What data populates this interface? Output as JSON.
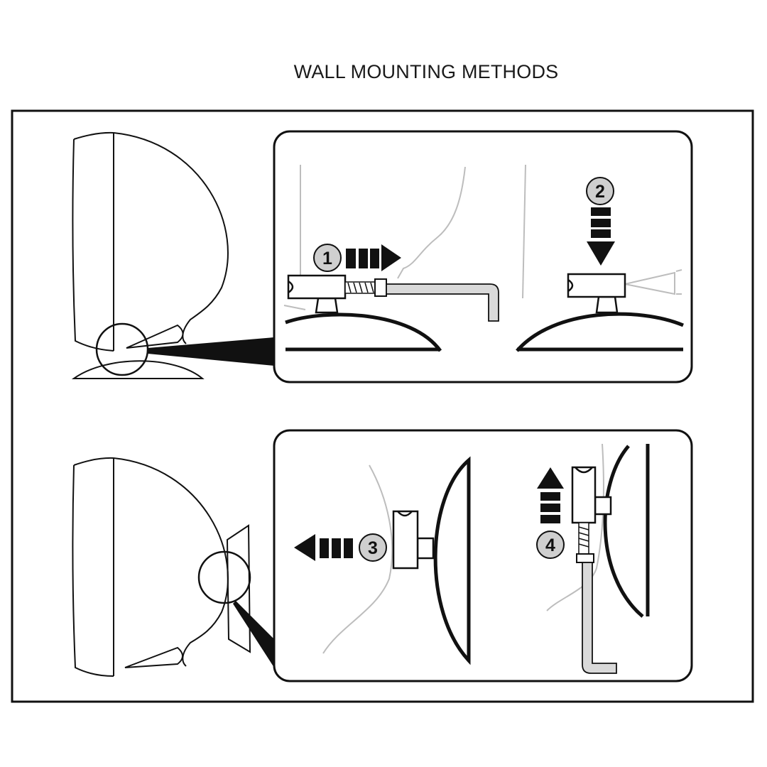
{
  "title": "WALL MOUNTING METHODS",
  "steps": {
    "s1": "1",
    "s2": "2",
    "s3": "3",
    "s4": "4"
  },
  "colors": {
    "line": "#111111",
    "ghost": "#bdbdbd",
    "badge_fill": "#cfcfcf",
    "tool_fill": "#d9d9d9"
  }
}
